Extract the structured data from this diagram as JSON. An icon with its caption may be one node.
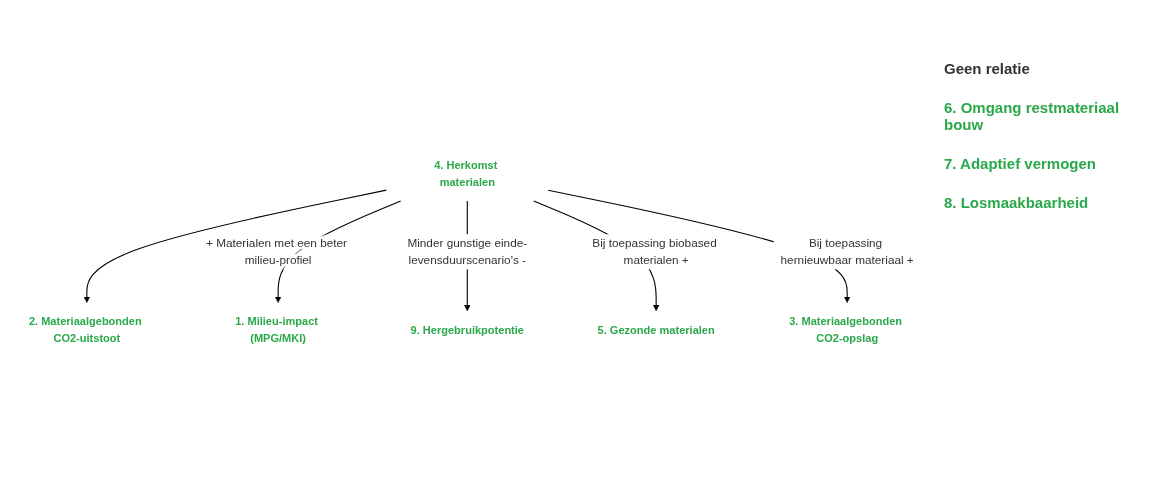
{
  "diagram": {
    "nodes": [
      {
        "text": [
          "2. Materiaalgebonden CO2-uitstoot"
        ]
      },
      {
        "text": [
          "1. Milieu-impact (MPG/MKI)"
        ]
      },
      {
        "text": [
          "9. Hergebruikpotentie"
        ]
      },
      {
        "text": [
          "4. Herkomst materialen"
        ]
      },
      {
        "text": [
          "5. Gezonde materialen"
        ]
      },
      {
        "text": [
          "3. Materiaalgebonden CO2-opslag"
        ]
      }
    ],
    "edges": [
      {
        "from": 3,
        "to": 0,
        "arrow": "to"
      },
      {
        "from": 3,
        "to": 1,
        "label": "+ Materialen met een beter milieu-profiel",
        "arrow": "to"
      },
      {
        "from": 3,
        "to": 2,
        "label": "Minder gunstige einde-levensduurscenario's -",
        "arrow": "to"
      },
      {
        "from": 3,
        "to": 4,
        "label": "Bij toepassing biobased materialen +",
        "arrow": "to"
      },
      {
        "from": 3,
        "to": 5,
        "label": "Bij toepassing hernieuwbaar materiaal +",
        "arrow": "to"
      }
    ],
    "labels": [
      "Geen relatie",
      "6. Omgang restmateriaal bouw",
      "7. Adaptief vermogen",
      "8. Losmaakbaarheid"
    ]
  }
}
